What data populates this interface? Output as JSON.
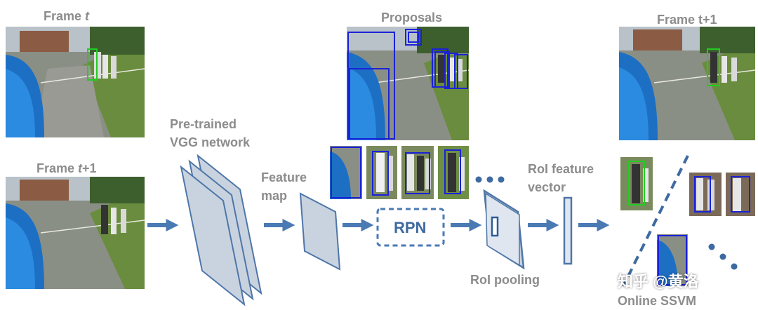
{
  "labels": {
    "frame_t_prefix": "Frame ",
    "frame_t_var": "t",
    "frame_t1_left_prefix": "Frame ",
    "frame_t1_left_var": "t",
    "frame_t1_left_suffix": "+1",
    "proposals": "Proposals",
    "frame_t1_right": "Frame t+1",
    "pretrained_line1": "Pre-trained",
    "pretrained_line2": "VGG network",
    "feature_map_line1": "Feature",
    "feature_map_line2": "map",
    "rpn": "RPN",
    "roi_feature_line1": "RoI  feature",
    "roi_feature_line2": "vector",
    "roi_pooling": "RoI pooling",
    "online_ssvm": "Online SSVM",
    "watermark": "知乎 @黄洛"
  },
  "colors": {
    "label_gray": "#8c8c8c",
    "arrow_blue": "#4a7ab4",
    "sheet_fill": "#c9d3e0",
    "sheet_stroke": "#4e76a8",
    "box_green": "#22cc22",
    "box_blue": "#1a22d8"
  }
}
